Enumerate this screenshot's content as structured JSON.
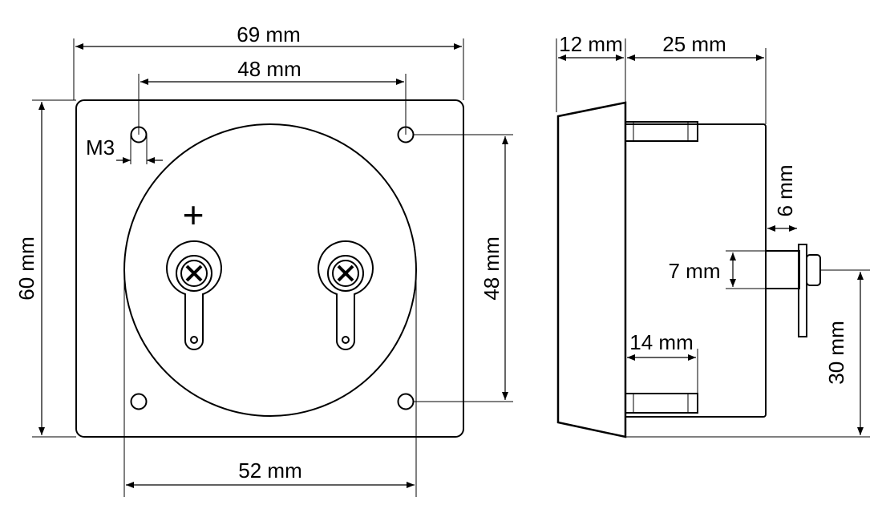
{
  "front_view": {
    "width_label": "69 mm",
    "hole_spacing_top_label": "48 mm",
    "height_label": "60 mm",
    "hole_spacing_side_label": "48 mm",
    "hole_size_label": "M3",
    "dial_diameter_label": "52 mm",
    "polarity_label": "+"
  },
  "side_view": {
    "bezel_depth_label": "12 mm",
    "body_depth_label": "25 mm",
    "terminal_protrusion_label": "6 mm",
    "terminal_diameter_label": "7 mm",
    "stud_length_label": "14 mm",
    "terminal_height_label": "30 mm"
  }
}
